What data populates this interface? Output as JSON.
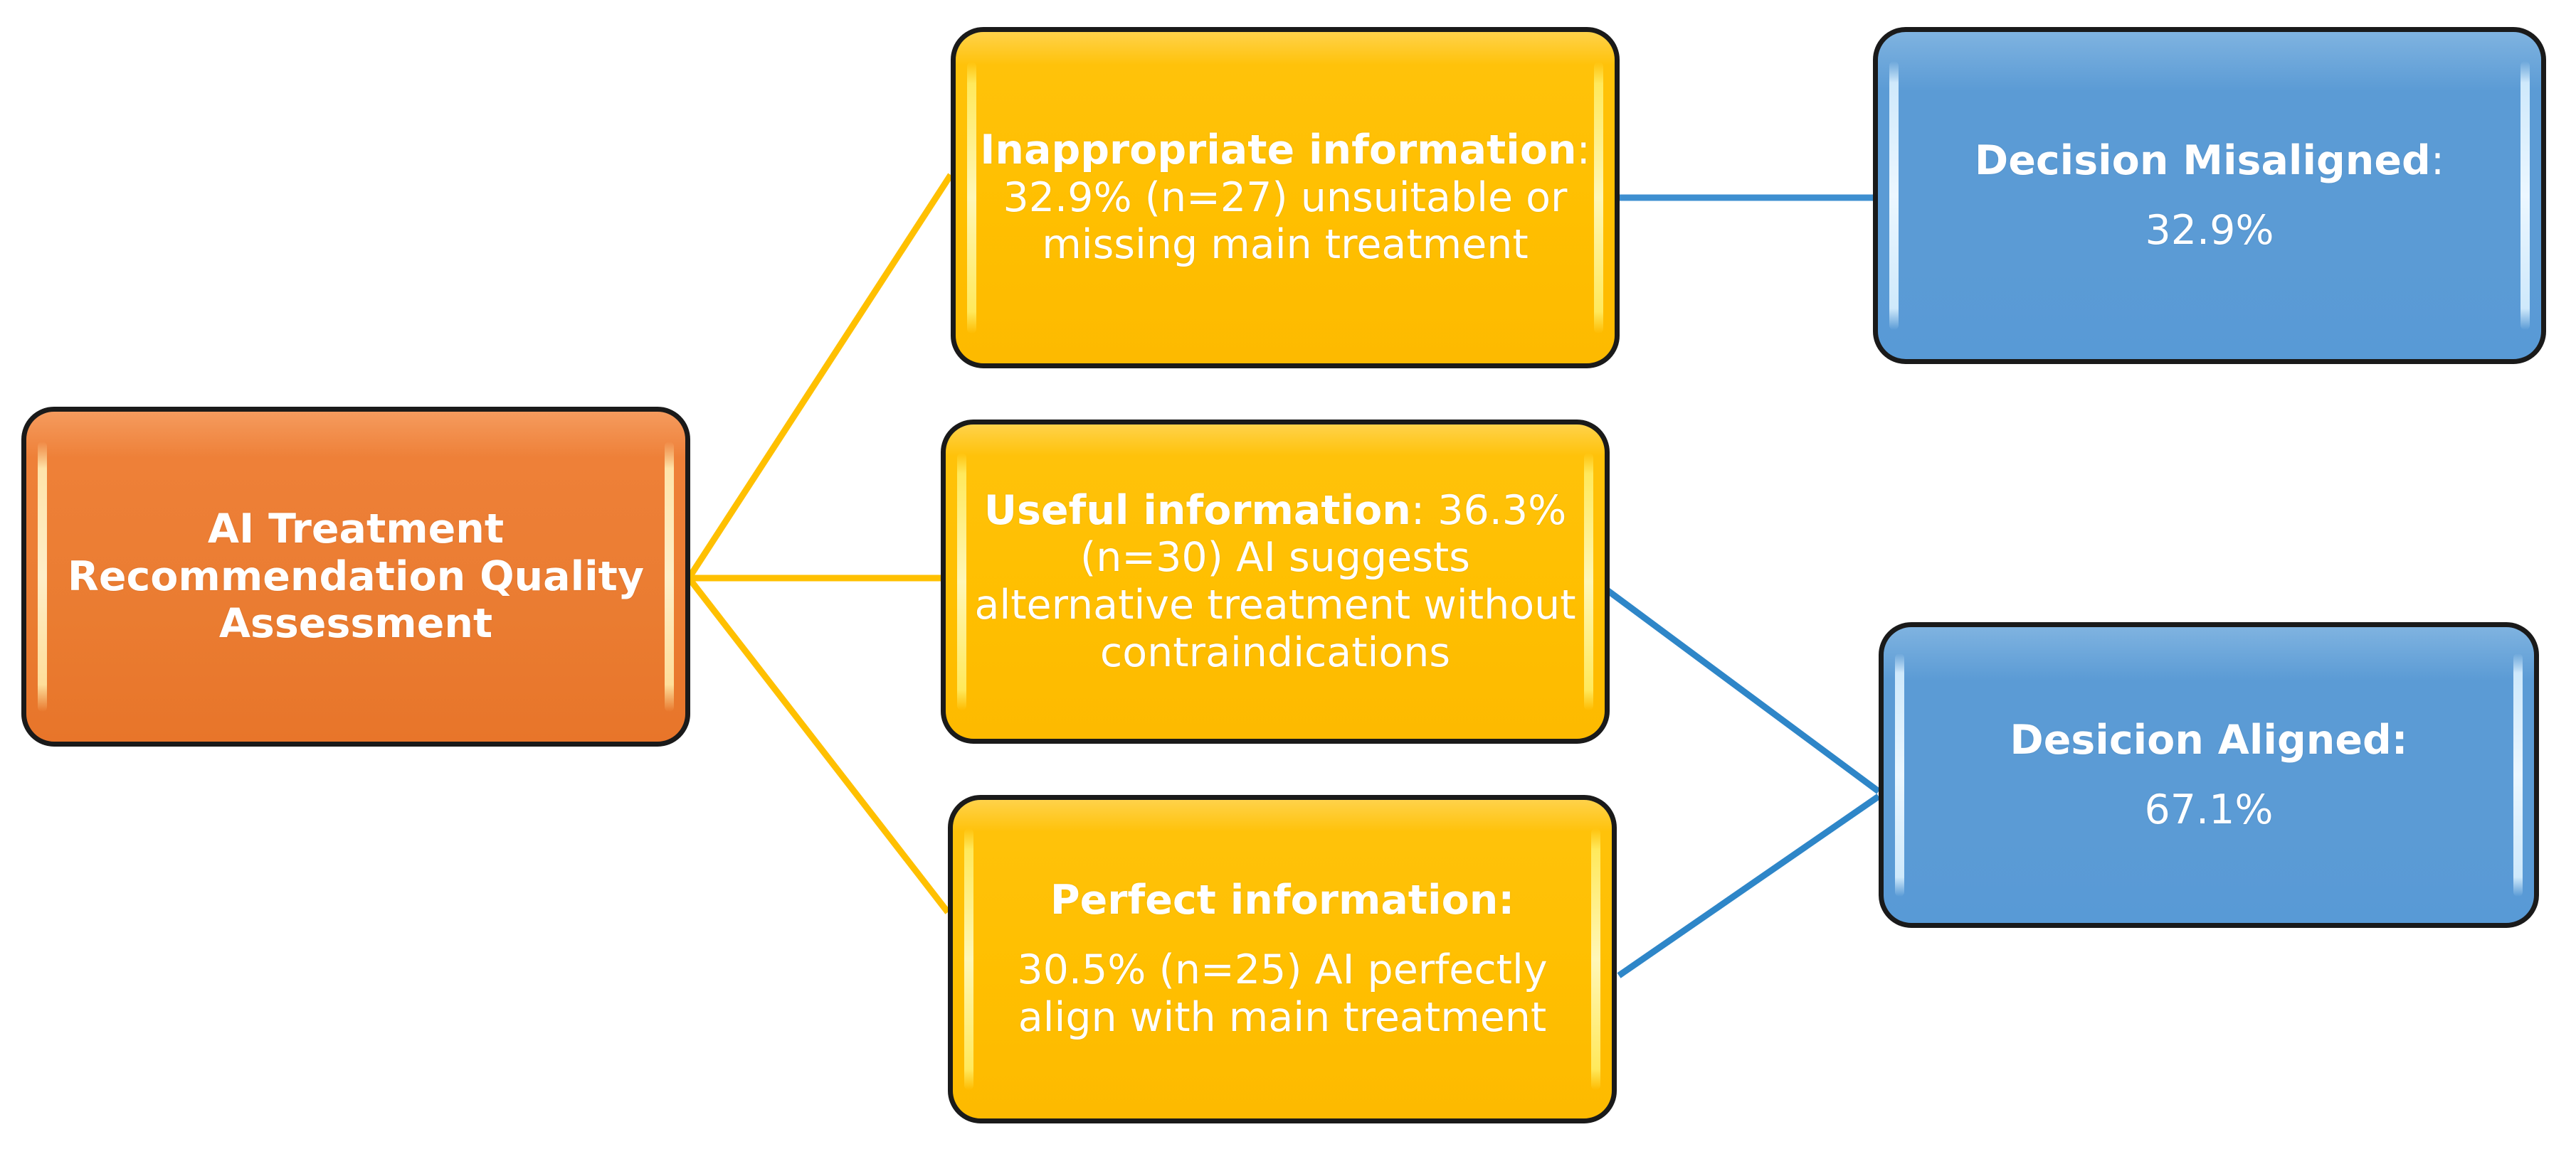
{
  "diagram": {
    "type": "flowchart",
    "title": "AI Treatment Recommendation Quality Assessment",
    "colors": {
      "root_fill": "#ED7D31",
      "branch_fill": "#FFBF00",
      "outcome_fill": "#5B9BD5",
      "branch_connector": "#FFC000",
      "outcome_connector": "#2E86C8",
      "node_border": "#1A1A1A",
      "node_text": "#FFFFFF",
      "background": "#FFFFFF"
    },
    "root": {
      "id": "root",
      "label": "AI Treatment Recommendation Quality Assessment"
    },
    "branches": [
      {
        "id": "inappropriate",
        "heading": "Inappropriate information",
        "separator": ":",
        "percent": "32.9%",
        "count": "(n=27)",
        "detail": "unsuitable or missing main treatment",
        "body": " 32.9% (n=27) unsuitable or missing main treatment"
      },
      {
        "id": "useful",
        "heading": "Useful information",
        "separator": ":",
        "percent": "36.3%",
        "count": "(n=30)",
        "detail": "AI suggests alternative treatment without contraindications",
        "body": " 36.3% (n=30) AI suggests alternative treatment without contraindications"
      },
      {
        "id": "perfect",
        "heading": "Perfect information:",
        "separator": "",
        "percent": "30.5%",
        "count": "(n=25)",
        "detail": "AI perfectly align with main treatment",
        "body": "30.5% (n=25) AI perfectly align with main treatment"
      }
    ],
    "outcomes": [
      {
        "id": "misaligned",
        "heading": "Decision Misaligned",
        "separator": ":",
        "percent": "32.9%"
      },
      {
        "id": "aligned",
        "heading": "Desicion Aligned:",
        "separator": "",
        "percent": "67.1%"
      }
    ],
    "edges": [
      {
        "from": "root",
        "to": "inappropriate",
        "color": "#FFC000"
      },
      {
        "from": "root",
        "to": "useful",
        "color": "#FFC000"
      },
      {
        "from": "root",
        "to": "perfect",
        "color": "#FFC000"
      },
      {
        "from": "inappropriate",
        "to": "misaligned",
        "color": "#2E86C8"
      },
      {
        "from": "useful",
        "to": "aligned",
        "color": "#2E86C8"
      },
      {
        "from": "perfect",
        "to": "aligned",
        "color": "#2E86C8"
      }
    ]
  }
}
